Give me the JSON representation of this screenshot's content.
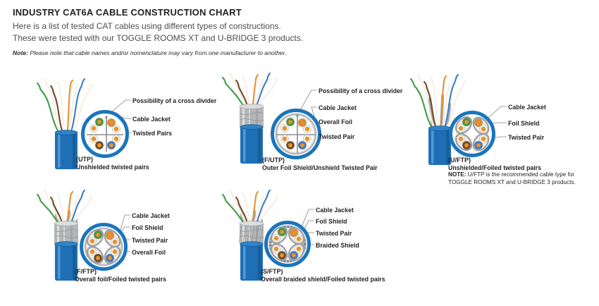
{
  "header": {
    "title": "INDUSTRY CAT6A CABLE CONSTRUCTION CHART",
    "subtitle_line1": "Here is a list of tested CAT cables using different types of constructions.",
    "subtitle_line2": "These were tested with our TOGGLE ROOMS XT and U-BRIDGE 3 products.",
    "note_prefix": "Note:",
    "note_text": " Please note that cable names and/or nomenclature may vary from one manufacturer to another."
  },
  "colors": {
    "ring_blue": "#1b75bb",
    "jacket_blue": "#1e6fb6",
    "foil_gray": "#b5b6b8",
    "braid_gray": "#87898b",
    "leader_gray": "#a2a3a5",
    "divider_gray": "#8d8e90",
    "wire_green": "#3f9d43",
    "wire_orange": "#e79030",
    "wire_brown": "#6f4b26",
    "wire_blue": "#3d7cc5",
    "wire_cream": "#f4f0e6",
    "copper": "#e8952d",
    "text_dark": "#231f20"
  },
  "diagrams": [
    {
      "id": "utp",
      "code": "(UTP)",
      "name": "Unshielded twisted pairs",
      "labels": [
        "Possibility of a cross divider",
        "Cable Jacket",
        "Twisted Pairs"
      ],
      "construction": {
        "cross_divider": true,
        "overall_foil": false,
        "pair_foil": false,
        "braided_shield": false
      }
    },
    {
      "id": "futp",
      "code": "(F/UTP)",
      "name": "Outer Foil Shield/Unshield Twisted Pair",
      "labels": [
        "Possibility of a cross divider",
        "Cable Jacket",
        "Overall Foil",
        "Twisted Pair"
      ],
      "construction": {
        "cross_divider": true,
        "overall_foil": true,
        "pair_foil": false,
        "braided_shield": false
      }
    },
    {
      "id": "uftp",
      "code": "(U/FTP)",
      "name": "Unshielded/Foiled twisted pairs",
      "note_prefix": "NOTE:",
      "note_line1": " U/FTP is the recommended cable type for",
      "note_line2": "TOGGLE ROOMS XT and U-BRIDGE 3 products.",
      "labels": [
        "Cable Jacket",
        "Foil Shield",
        "Twisted Pair"
      ],
      "construction": {
        "cross_divider": false,
        "overall_foil": false,
        "pair_foil": true,
        "braided_shield": false
      }
    },
    {
      "id": "fftp",
      "code": "(F/FTP)",
      "name": "Overall foil/Foiled twisted pairs",
      "labels": [
        "Cable Jacket",
        "Foil Shield",
        "Twisted Pair",
        "Overall Foil"
      ],
      "construction": {
        "cross_divider": false,
        "overall_foil": true,
        "pair_foil": true,
        "braided_shield": false
      }
    },
    {
      "id": "sftp",
      "code": "(S/FTP)",
      "name": "Overall braided shield/Foiled twisted pairs",
      "labels": [
        "Cable Jacket",
        "Foil Shield",
        "Twisted Pair",
        "Braided Shield"
      ],
      "construction": {
        "cross_divider": false,
        "overall_foil": false,
        "pair_foil": true,
        "braided_shield": true
      }
    }
  ]
}
